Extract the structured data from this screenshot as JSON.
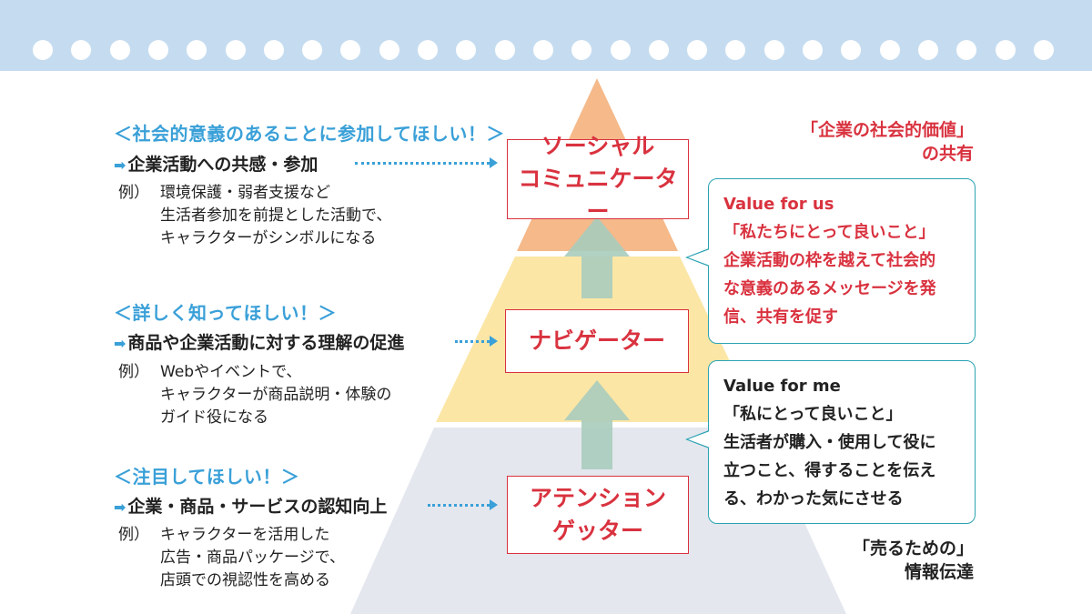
{
  "colors": {
    "band": "#c5dcf0",
    "tier_top": "#f5b98a",
    "tier_mid": "#fbe6a6",
    "tier_base": "#e4e7ee",
    "arrow_up": "#a9ccbd",
    "accent_blue": "#3aa0d8",
    "accent_red": "#d9323f",
    "callout_border": "#2ba3b2"
  },
  "tiers": [
    {
      "heading": "＜社会的意義のあることに参加してほしい！＞",
      "point": "企業活動への共感・参加",
      "example_label": "例）",
      "example_lines": [
        "環境保護・弱者支援など",
        "生活者参加を前提とした活動で、",
        "キャラクターがシンボルになる"
      ],
      "stage_lines": [
        "ソーシャル",
        "コミュニケーター"
      ]
    },
    {
      "heading": "＜詳しく知ってほしい！＞",
      "point": "商品や企業活動に対する理解の促進",
      "example_label": "例）",
      "example_lines": [
        "Webやイベントで、",
        "キャラクターが商品説明・体験の",
        "ガイド役になる"
      ],
      "stage_lines": [
        "ナビゲーター"
      ]
    },
    {
      "heading": "＜注目してほしい！＞",
      "point": "企業・商品・サービスの認知向上",
      "example_label": "例）",
      "example_lines": [
        "キャラクターを活用した",
        "広告・商品パッケージで、",
        "店頭での視認性を高める"
      ],
      "stage_lines": [
        "アテンション",
        "ゲッター"
      ]
    }
  ],
  "callouts": [
    {
      "lines": [
        "Value for us",
        "「私たちにとって良いこと」",
        "企業活動の枠を越えて社会的",
        "な意義のあるメッセージを発",
        "信、共有を促す"
      ]
    },
    {
      "lines": [
        "Value for me",
        "「私にとって良いこと」",
        "生活者が購入・使用して役に",
        "立つこと、得することを伝え",
        "る、わかった気にさせる"
      ]
    }
  ],
  "side_notes": {
    "top": [
      "「企業の社会的価値」",
      "の共有"
    ],
    "bottom": [
      "「売るための」",
      "情報伝達"
    ]
  },
  "icons": {
    "bullet": "right-arrow-icon"
  }
}
